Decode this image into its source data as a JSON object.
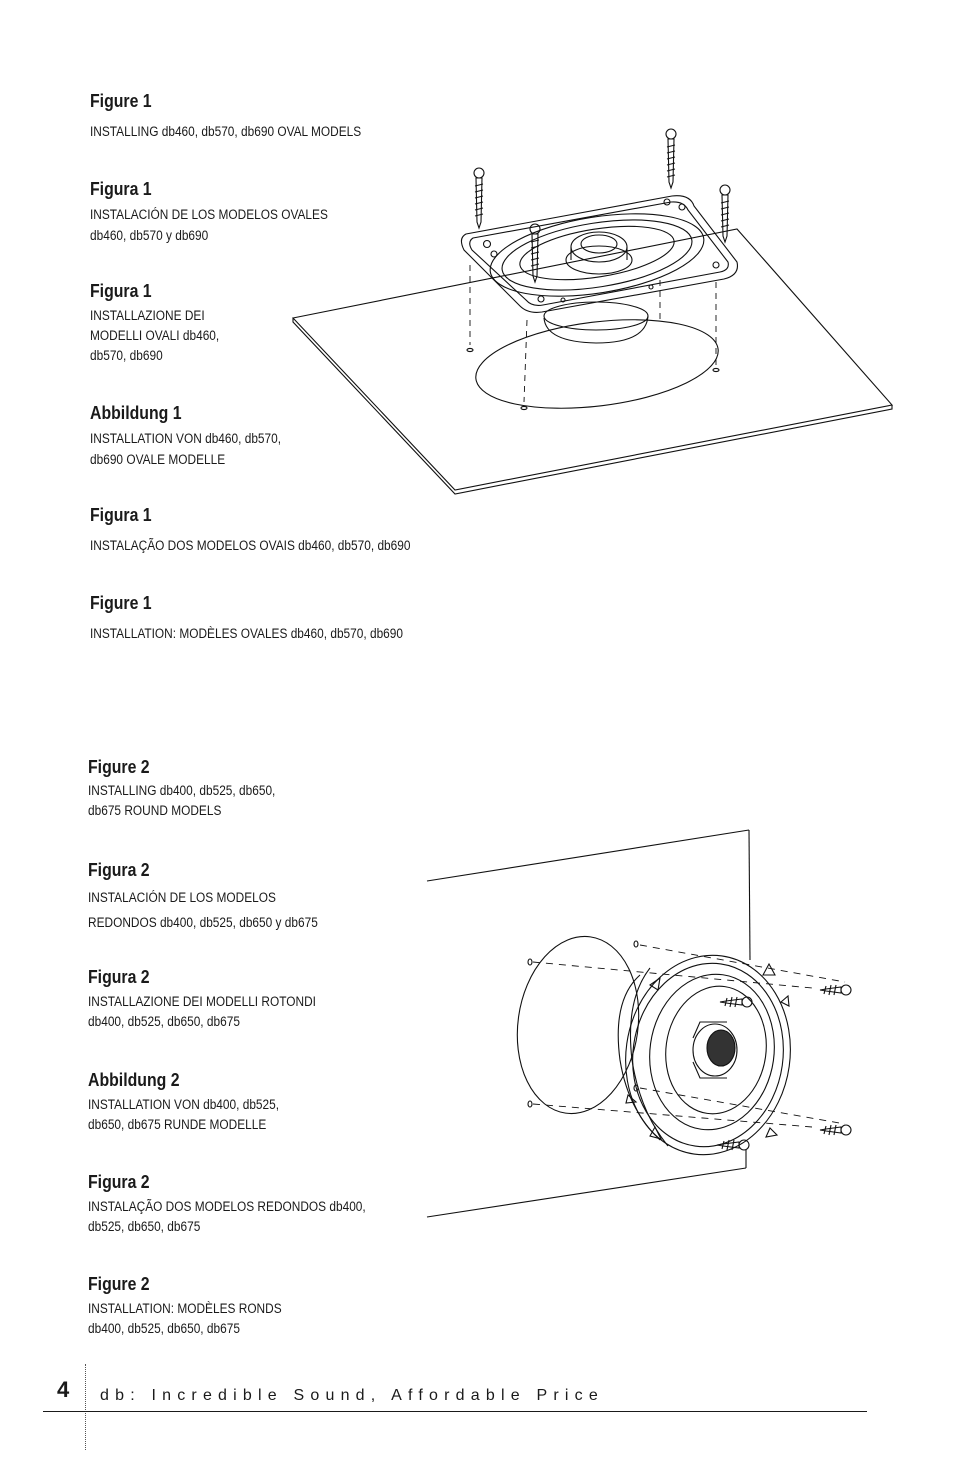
{
  "figure1": {
    "captions": [
      {
        "heading": "Figure 1",
        "lines": [
          "INSTALLING db460, db570, db690 OVAL MODELS"
        ]
      },
      {
        "heading": "Figura 1",
        "lines": [
          "INSTALACIÓN DE LOS MODELOS OVALES",
          "db460, db570 y db690"
        ]
      },
      {
        "heading": "Figura 1",
        "lines": [
          "INSTALLAZIONE DEI",
          "MODELLI OVALI db460,",
          "db570, db690"
        ]
      },
      {
        "heading": "Abbildung 1",
        "lines": [
          "INSTALLATION VON db460, db570,",
          "db690 OVALE MODELLE"
        ]
      },
      {
        "heading": "Figura 1",
        "lines": [
          "INSTALAÇÃO DOS MODELOS OVAIS db460, db570, db690"
        ]
      },
      {
        "heading": "Figure 1",
        "lines": [
          "INSTALLATION: MODÈLES OVALES db460, db570, db690"
        ]
      }
    ]
  },
  "figure2": {
    "captions": [
      {
        "heading": "Figure 2",
        "lines": [
          "INSTALLING db400, db525, db650,",
          "db675 ROUND MODELS"
        ]
      },
      {
        "heading": "Figura 2",
        "lines": [
          "INSTALACIÓN DE LOS MODELOS",
          "REDONDOS db400, db525, db650 y db675"
        ]
      },
      {
        "heading": "Figura 2",
        "lines": [
          "INSTALLAZIONE DEI MODELLI ROTONDI",
          "db400, db525, db650, db675"
        ]
      },
      {
        "heading": "Abbildung 2",
        "lines": [
          "INSTALLATION VON db400, db525,",
          "db650, db675 RUNDE MODELLE"
        ]
      },
      {
        "heading": "Figura 2",
        "lines": [
          "INSTALAÇÃO DOS MODELOS REDONDOS db400,",
          "db525, db650, db675"
        ]
      },
      {
        "heading": "Figure 2",
        "lines": [
          "INSTALLATION: MODÈLES RONDS",
          "db400, db525, db650, db675"
        ]
      }
    ]
  },
  "footer": {
    "page_number": "4",
    "tagline": "db: Incredible Sound, Affordable Price"
  }
}
